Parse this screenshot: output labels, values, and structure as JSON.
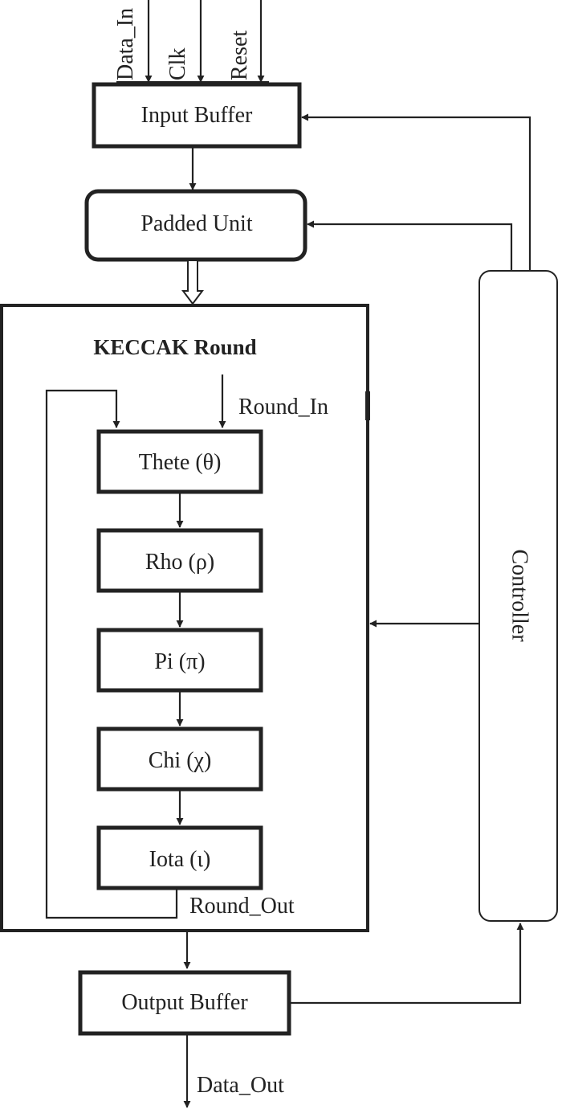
{
  "inputs": {
    "data_in": "Data_In",
    "clk": "Clk",
    "reset": "Reset"
  },
  "blocks": {
    "input_buffer": "Input Buffer",
    "padded_unit": "Padded Unit",
    "keccak_round_title": "KECCAK Round",
    "theta": "Thete (θ)",
    "rho": "Rho (ρ)",
    "pi": "Pi (π)",
    "chi": "Chi (χ)",
    "iota": "Iota (ι)",
    "output_buffer": "Output Buffer",
    "controller": "Controller"
  },
  "signals": {
    "round_in": "Round_In",
    "round_out": "Round_Out",
    "data_out": "Data_Out"
  },
  "colors": {
    "stroke": "#222222",
    "background": "#ffffff"
  }
}
